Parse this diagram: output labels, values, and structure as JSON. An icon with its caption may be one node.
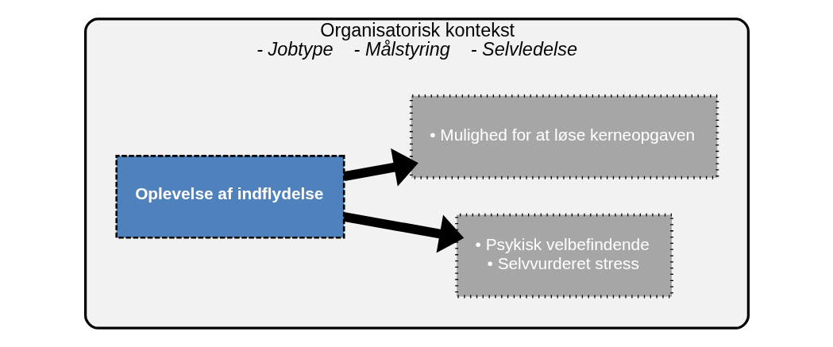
{
  "diagram": {
    "nodes": [
      {
        "text": [
          "Organisatorisk kontekst",
          "- Jobtype    - Målstyring    - Selvledelse"
        ]
      },
      {
        "text": [
          "Oplevelse af indflydelse"
        ],
        "in": 0
      },
      {
        "text": [
          "• Psykisk velbefindende",
          "• Selvvurderet stress"
        ],
        "in": 0
      },
      {
        "text": [
          "• Mulighed for at løse kerneopgaven"
        ],
        "in": 0
      }
    ],
    "edges": [
      {
        "from": 1,
        "to": 2,
        "arrow": "to"
      },
      {
        "from": 1,
        "to": 3,
        "arrow": "to"
      }
    ]
  }
}
